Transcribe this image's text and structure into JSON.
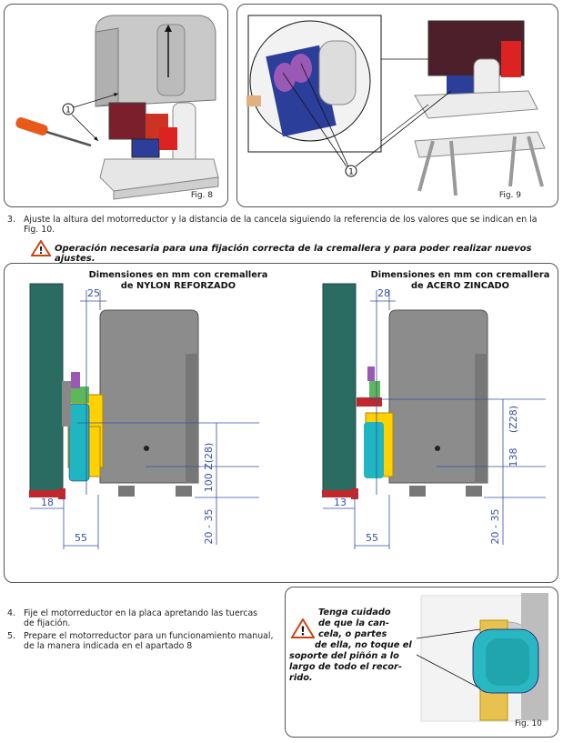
{
  "fig8": {
    "label": "Fig. 8",
    "callout": "1"
  },
  "fig9": {
    "label": "Fig. 9",
    "callout": "1"
  },
  "step3": {
    "number": "3.",
    "line1": "Ajuste la altura del motorreductor y la distancia de la cancela siguiendo la referencia de los valores que se indican en la",
    "line2": "Fig. 10."
  },
  "warning": "Operación necesaria para una fijación correcta de la cremallera y para poder realizar nuevos ajustes.",
  "panel_left": {
    "title_line1": "Dimensiones en mm con cremallera",
    "title_line2": "de NYLON REFORZADO",
    "dim_top": "25",
    "dim_bottom_left": "18",
    "dim_bottom": "55",
    "dim_vertical": "100 Z(28)",
    "dim_base": "20 - 35"
  },
  "panel_right": {
    "title_line1": "Dimensiones en mm con cremallera",
    "title_line2": "de ACERO ZINCADO",
    "dim_top": "28",
    "dim_bottom_left": "13",
    "dim_bottom": "55",
    "dim_vertical_top": "(Z28)",
    "dim_vertical": "138",
    "dim_base": "20 - 35"
  },
  "step4": {
    "number": "4.",
    "line1": "Fije el motorreductor en la placa apretando las tuercas",
    "line2": "de fijación."
  },
  "step5": {
    "number": "5.",
    "line1": "Prepare el motorreductor para un funcionamiento manual,",
    "line2": "de la manera indicada en el apartado 8"
  },
  "caution": {
    "line1": "Tenga cuidado",
    "line2": "de que la can-",
    "line3": "cela, o partes",
    "line4": "de ella, no toque el",
    "line5": "soporte del piñón a lo",
    "line6": "largo de todo el recor-",
    "line7": "rido."
  },
  "fig10": {
    "label": "Fig. 10"
  }
}
